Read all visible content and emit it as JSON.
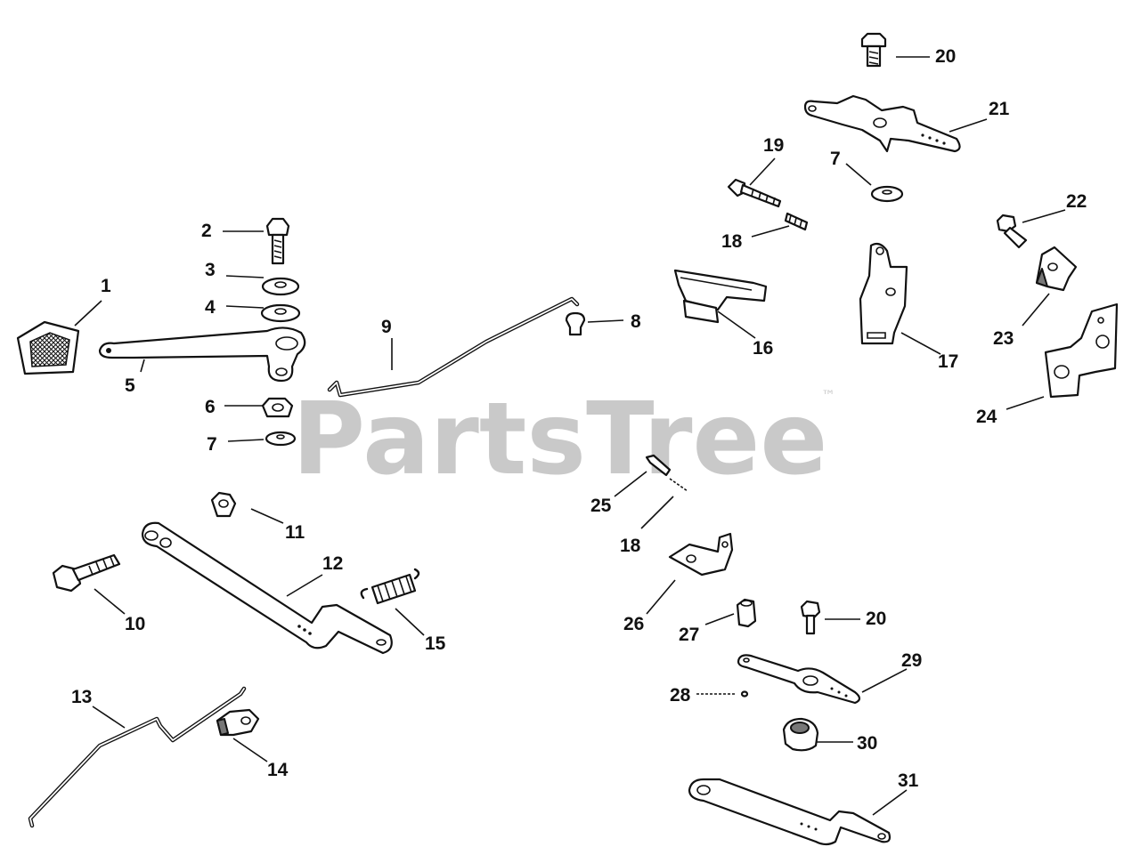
{
  "watermark": {
    "brand": "PartsTree",
    "trademark": "™"
  },
  "callouts": [
    "1",
    "2",
    "3",
    "4",
    "5",
    "6",
    "7",
    "8",
    "9",
    "10",
    "11",
    "12",
    "13",
    "14",
    "15",
    "16",
    "17",
    "18",
    "19",
    "20",
    "21",
    "22",
    "23",
    "24",
    "25",
    "26",
    "27",
    "28",
    "29",
    "30",
    "31"
  ],
  "callout_labels": {
    "c1": "1",
    "c2": "2",
    "c3": "3",
    "c4": "4",
    "c5": "5",
    "c6": "6",
    "c7a": "7",
    "c7b": "7",
    "c8": "8",
    "c9": "9",
    "c10": "10",
    "c11": "11",
    "c12": "12",
    "c13": "13",
    "c14": "14",
    "c15": "15",
    "c16": "16",
    "c17": "17",
    "c18a": "18",
    "c18b": "18",
    "c19": "19",
    "c20a": "20",
    "c20b": "20",
    "c21": "21",
    "c22": "22",
    "c23": "23",
    "c24": "24",
    "c25": "25",
    "c26": "26",
    "c27": "27",
    "c28": "28",
    "c29": "29",
    "c30": "30",
    "c31": "31"
  }
}
